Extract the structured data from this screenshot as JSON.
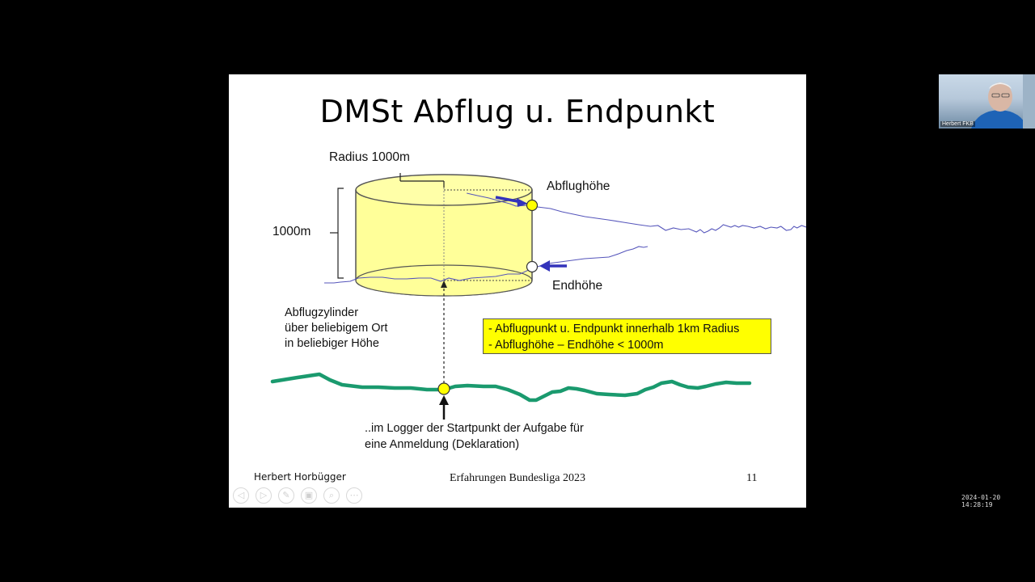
{
  "slide": {
    "title": "DMSt Abflug u. Endpunkt",
    "labels": {
      "radius": "Radius 1000m",
      "height": "1000m",
      "abflughoehe": "Abflughöhe",
      "endhoehe": "Endhöhe",
      "zylinder_line1": "Abflugzylinder",
      "zylinder_line2": "über beliebigem Ort",
      "zylinder_line3": "in beliebiger Höhe",
      "logger_line1": "..im Logger der Startpunkt der Aufgabe für",
      "logger_line2": "eine Anmeldung (Deklaration)"
    },
    "info_box": {
      "line1": "- Abflugpunkt u. Endpunkt innerhalb 1km Radius",
      "line2": "- Abflughöhe – Endhöhe < 1000m",
      "color": "#ffff00"
    },
    "footer": {
      "author": "Herbert Horbügger",
      "center": "Erfahrungen Bundesliga 2023",
      "page": "11"
    },
    "nav_icons": [
      "prev-icon",
      "next-icon",
      "pen-icon",
      "slides-icon",
      "zoom-icon",
      "more-icon"
    ],
    "nav_glyphs": [
      "◁",
      "▷",
      "✎",
      "▣",
      "⌕",
      "⋯"
    ],
    "colors": {
      "cylinder_fill": "#ffff99",
      "terrain": "#1a9a6e",
      "track": "#5555bb",
      "arrow": "#3333bb",
      "marker": "#ffff00"
    }
  },
  "webcam": {
    "name": "Herbert FKB"
  },
  "timestamp": "2024-01-20 14:28:19"
}
